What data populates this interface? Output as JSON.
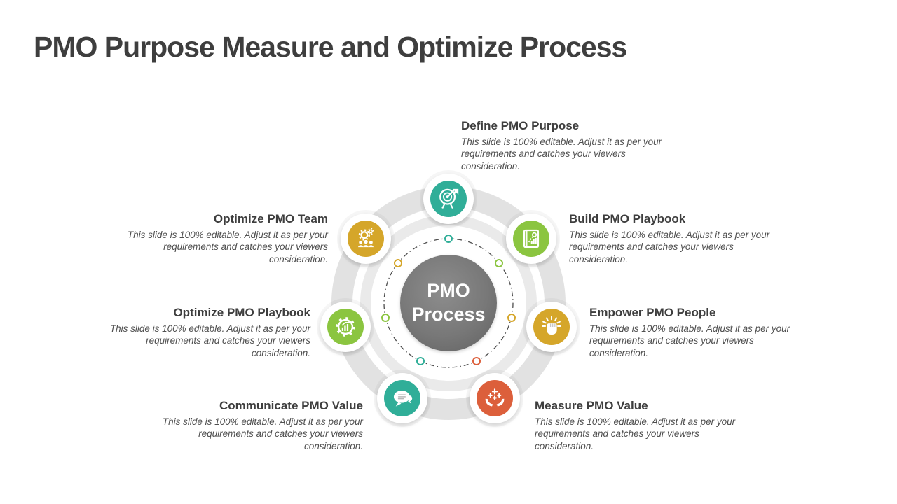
{
  "slide_title": "PMO Purpose Measure and Optimize Process",
  "center": {
    "label_line1": "PMO",
    "label_line2": "Process"
  },
  "colors": {
    "teal": "#30ae98",
    "green": "#8bc540",
    "gold": "#d5a62a",
    "orange": "#dc5f3b",
    "center_gray": "#787878",
    "ring_gray": "#e2e2e2"
  },
  "nodes": [
    {
      "label": "Define PMO Purpose",
      "description": "This slide is 100% editable. Adjust it as per your requirements and catches your viewers consideration.",
      "color": "#30ae98",
      "icon": "target-arrow-icon"
    },
    {
      "label": "Build PMO Playbook",
      "description": "This slide is 100% editable. Adjust it as per your requirements and catches your viewers consideration.",
      "color": "#8bc540",
      "icon": "playbook-chart-icon"
    },
    {
      "label": "Empower PMO People",
      "description": "This slide is 100% editable. Adjust it as per your requirements and catches your viewers consideration.",
      "color": "#d5a62a",
      "icon": "fist-rays-icon"
    },
    {
      "label": "Measure PMO Value",
      "description": "This slide is 100% editable. Adjust it as per your requirements and catches your viewers consideration.",
      "color": "#dc5f3b",
      "icon": "hands-sparkles-icon"
    },
    {
      "label": "Communicate PMO Value",
      "description": "This slide is 100% editable. Adjust it as per your requirements and catches your viewers consideration.",
      "color": "#30ae98",
      "icon": "speech-bubbles-icon"
    },
    {
      "label": "Optimize PMO Playbook",
      "description": "This slide is 100% editable. Adjust it as per your requirements and catches your viewers consideration.",
      "color": "#8bc540",
      "icon": "gear-chart-icon"
    },
    {
      "label": "Optimize PMO Team",
      "description": "This slide is 100% editable. Adjust it as per your requirements and catches your viewers consideration.",
      "color": "#d5a62a",
      "icon": "team-gears-icon"
    }
  ]
}
